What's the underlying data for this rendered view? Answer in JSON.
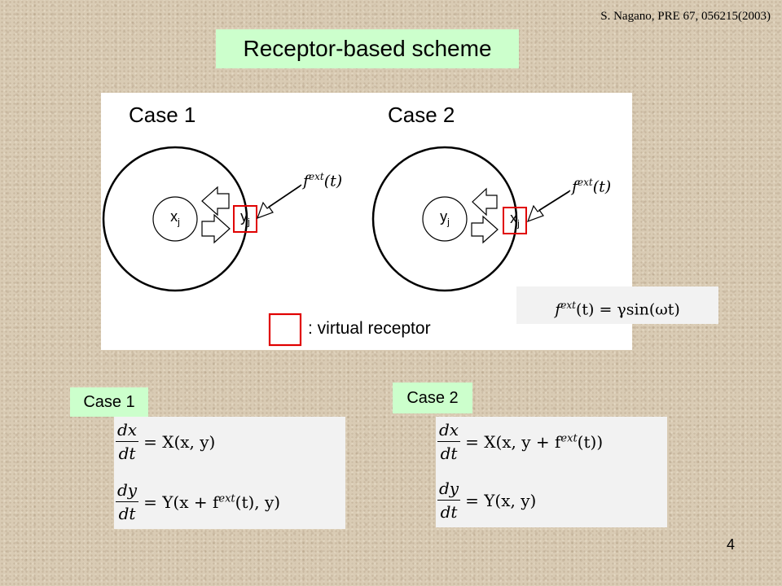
{
  "citation": "S. Nagano, PRE 67, 056215(2003)",
  "title": "Receptor-based scheme",
  "diagram": {
    "case1": {
      "title": "Case 1",
      "inner_label": "x",
      "inner_sub": "j",
      "receptor_label": "y",
      "receptor_sub": "j",
      "force_label": "f",
      "force_sup": "ext",
      "force_arg": "(t)"
    },
    "case2": {
      "title": "Case 2",
      "inner_label": "y",
      "inner_sub": "j",
      "receptor_label": "x",
      "receptor_sub": "j",
      "force_label": "f",
      "force_sup": "ext",
      "force_arg": "(t)"
    },
    "legend": ": virtual receptor",
    "receptor_color": "#e00000"
  },
  "force_formula": {
    "lhs_f": "f",
    "lhs_sup": "ext",
    "lhs_arg": "(t) = γsin(ωt)"
  },
  "equations": {
    "case1": {
      "tag": "Case 1",
      "eq1_num": "dx",
      "eq1_den": "dt",
      "eq1_rhs": "= X(x, y)",
      "eq2_num": "dy",
      "eq2_den": "dt",
      "eq2_rhs_a": "= Y(x + f",
      "eq2_sup": "ext",
      "eq2_rhs_b": "(t), y)"
    },
    "case2": {
      "tag": "Case 2",
      "eq1_num": "dx",
      "eq1_den": "dt",
      "eq1_rhs_a": "= X(x, y + f",
      "eq1_sup": "ext",
      "eq1_rhs_b": "(t))",
      "eq2_num": "dy",
      "eq2_den": "dt",
      "eq2_rhs": "= Y(x, y)"
    }
  },
  "page_number": "4"
}
